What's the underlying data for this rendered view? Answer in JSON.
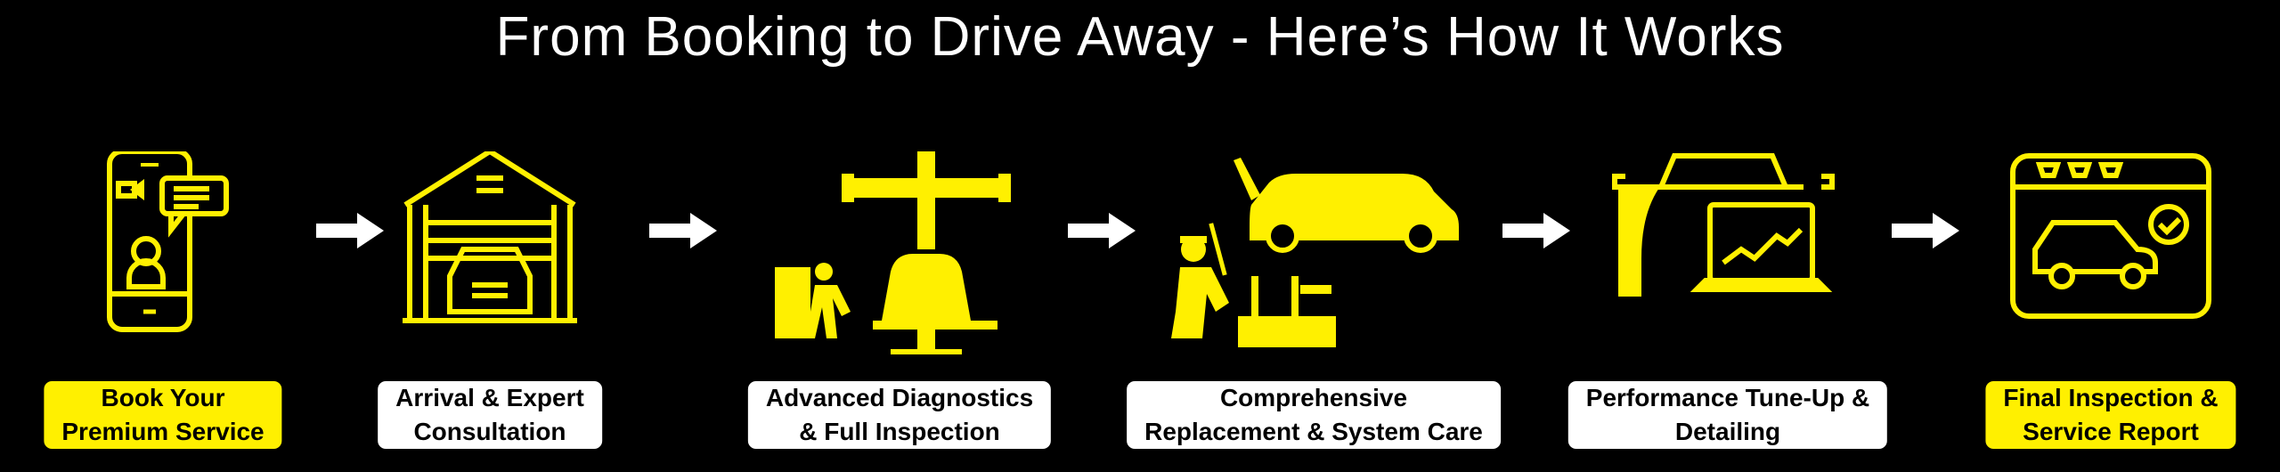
{
  "title": "From Booking to Drive Away - Here’s How It Works",
  "colors": {
    "accent": "#FFF000",
    "background": "#000000",
    "label_alt": "#FFFFFF"
  },
  "steps": [
    {
      "icon": "smartphone-video-chat-icon",
      "line1": "Book Your",
      "line2": "Premium Service",
      "style": "yellow"
    },
    {
      "icon": "garage-car-icon",
      "line1": "Arrival & Expert",
      "line2": "Consultation",
      "style": "white"
    },
    {
      "icon": "car-lift-diagnostics-icon",
      "line1": "Advanced Diagnostics",
      "line2": "& Full Inspection",
      "style": "white"
    },
    {
      "icon": "mechanic-repair-car-icon",
      "line1": "Comprehensive",
      "line2": "Replacement & System Care",
      "style": "white"
    },
    {
      "icon": "car-laptop-performance-icon",
      "line1": "Performance Tune-Up &",
      "line2": "Detailing",
      "style": "white"
    },
    {
      "icon": "car-browser-check-icon",
      "line1": "Final Inspection &",
      "line2": "Service Report",
      "style": "yellow"
    }
  ]
}
